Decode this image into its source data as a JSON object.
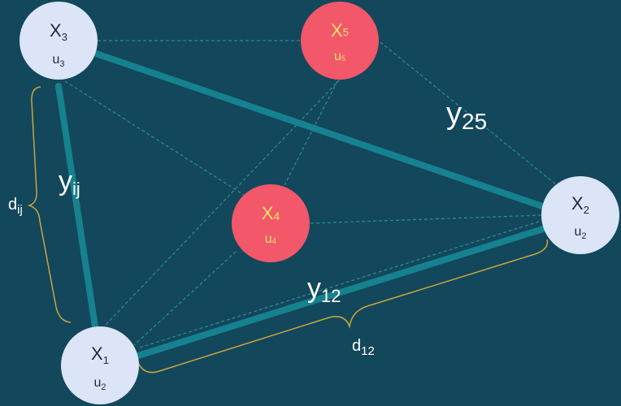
{
  "colors": {
    "background": "#13475b",
    "edge_thick": "#16818f",
    "edge_dashed": "#2b8a96",
    "node_light": "#dbe5f7",
    "node_highlight": "#f2576a",
    "node_text_dark": "#1d2a3a",
    "node_text_highlight": "#ffe566",
    "brace": "#c9a640",
    "label": "#ffffff"
  },
  "nodes": {
    "x3": {
      "var": "X",
      "sub": "3",
      "u": "u",
      "usub": "3",
      "highlight": false
    },
    "x5": {
      "var": "X",
      "sub": "5",
      "u": "u",
      "usub": "5",
      "highlight": true
    },
    "x4": {
      "var": "X",
      "sub": "4",
      "u": "u",
      "usub": "4",
      "highlight": true
    },
    "x2": {
      "var": "X",
      "sub": "2",
      "u": "u",
      "usub": "2",
      "highlight": false
    },
    "x1": {
      "var": "X",
      "sub": "1",
      "u": "u",
      "usub": "2",
      "highlight": false
    }
  },
  "edge_labels": {
    "y25": {
      "base": "y",
      "sub": "25"
    },
    "yij": {
      "base": "y",
      "sub": "ij"
    },
    "y12": {
      "base": "y",
      "sub": "12"
    }
  },
  "distance_labels": {
    "dij": {
      "base": "d",
      "sub": "ij"
    },
    "d12": {
      "base": "d",
      "sub": "12"
    }
  }
}
